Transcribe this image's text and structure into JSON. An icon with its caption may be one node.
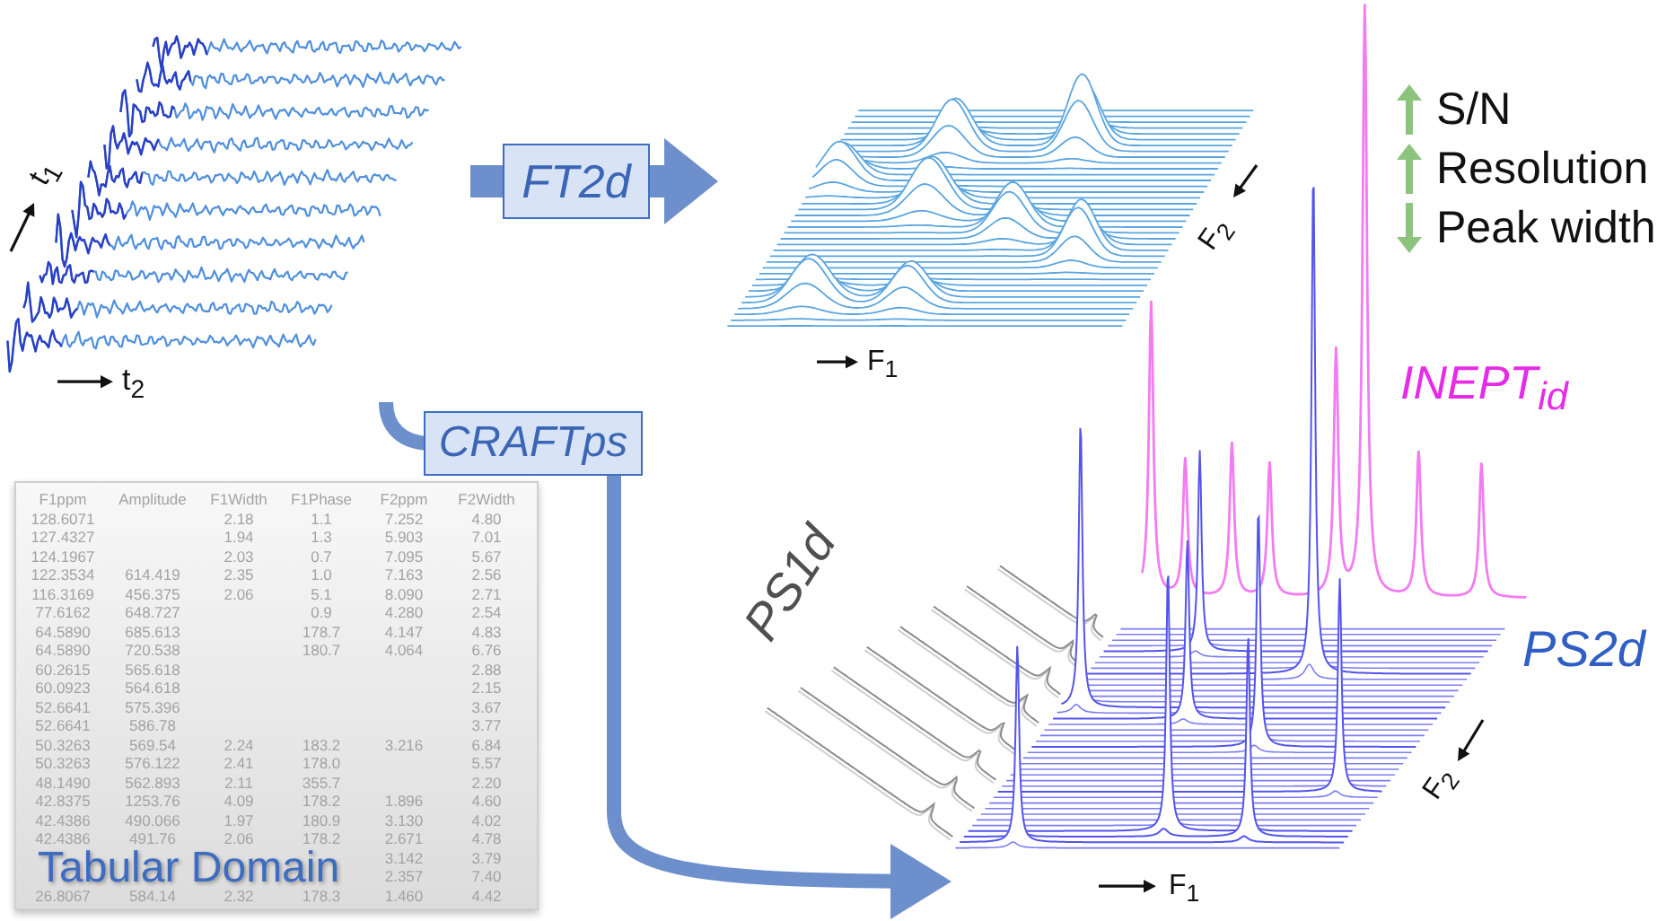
{
  "diagram": {
    "nodes": [
      {
        "text": [
          "t$_{1}$",
          "t$_{2}$"
        ]
      },
      {
        "text": [
          "F$_{2}$",
          "F$_{1}$"
        ]
      },
      {
        "text": [
          "INEPT$_{id}$"
        ]
      },
      {
        "text": [
          "Tabular Domain"
        ]
      },
      {
        "text": [
          "PS1d"
        ]
      },
      {
        "text": [
          "PS2d",
          "F$_{2}$",
          "F$_{1}$"
        ]
      }
    ],
    "edges": [
      {
        "from": 0,
        "to": 1,
        "arrow": "to",
        "label": "FT2d"
      },
      {
        "from": 0,
        "to": 5,
        "arrow": "to",
        "label": "CRAFTps"
      }
    ],
    "labels": [
      "S/N",
      "Resolution",
      "Peak width",
      "F1ppm",
      "Amplitude",
      "F1Width",
      "F1Phase",
      "F2ppm",
      "F2Width",
      "128.6071",
      "2.18",
      "1.1",
      "7.252",
      "4.80",
      "127.4327",
      "1.94",
      "1.3",
      "5.903",
      "7.01",
      "124.1967",
      "2.03",
      "0.7",
      "7.095",
      "5.67",
      "122.3534",
      "614.419",
      "2.35",
      "1.0",
      "7.163",
      "2.56",
      "116.3169",
      "456.375",
      "2.06",
      "5.1",
      "8.090",
      "2.71",
      "77.6162",
      "648.727",
      "0.9",
      "4.280",
      "2.54",
      "64.5890",
      "685.613",
      "178.7",
      "4.147",
      "4.83",
      "64.5890",
      "720.538",
      "180.7",
      "4.064",
      "6.76",
      "60.2615",
      "565.618",
      "2.88",
      "60.0923",
      "564.618",
      "2.15",
      "52.6641",
      "575.396",
      "3.67",
      "52.6641",
      "586.78",
      "3.77",
      "50.3263",
      "569.54",
      "2.24",
      "183.2",
      "3.216",
      "6.84",
      "50.3263",
      "576.122",
      "2.41",
      "178.0",
      "5.57",
      "48.1490",
      "562.893",
      "2.11",
      "355.7",
      "2.20",
      "42.8375",
      "1253.76",
      "4.09",
      "178.2",
      "1.896",
      "4.60",
      "42.4386",
      "490.066",
      "1.97",
      "180.9",
      "3.130",
      "4.02",
      "42.4386",
      "491.76",
      "2.06",
      "178.2",
      "2.671",
      "4.78",
      "3.142",
      "3.79",
      "2.357",
      "7.40",
      "26.8067",
      "584.14",
      "2.32",
      "178.3",
      "1.460",
      "4.42"
    ]
  }
}
